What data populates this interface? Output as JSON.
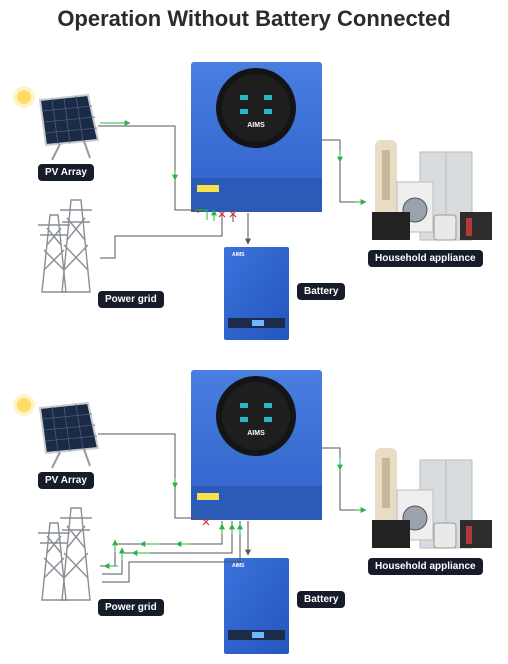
{
  "title": "Operation Without Battery Connected",
  "brand": "AIMS",
  "colors": {
    "inverter_blue": "#3c6fd6",
    "battery_blue": "#2f63cf",
    "flow_arrow": "#2bb34a",
    "disconnect": "#d0312d",
    "line": "#555555",
    "label_bg": "#161c2a"
  },
  "diagrams": [
    {
      "pv_label": "PV Array",
      "grid_label": "Power grid",
      "battery_label": "Battery",
      "appliance_label": "Household appliance"
    },
    {
      "pv_label": "PV Array",
      "grid_label": "Power grid",
      "battery_label": "Battery",
      "appliance_label": "Household appliance"
    }
  ]
}
